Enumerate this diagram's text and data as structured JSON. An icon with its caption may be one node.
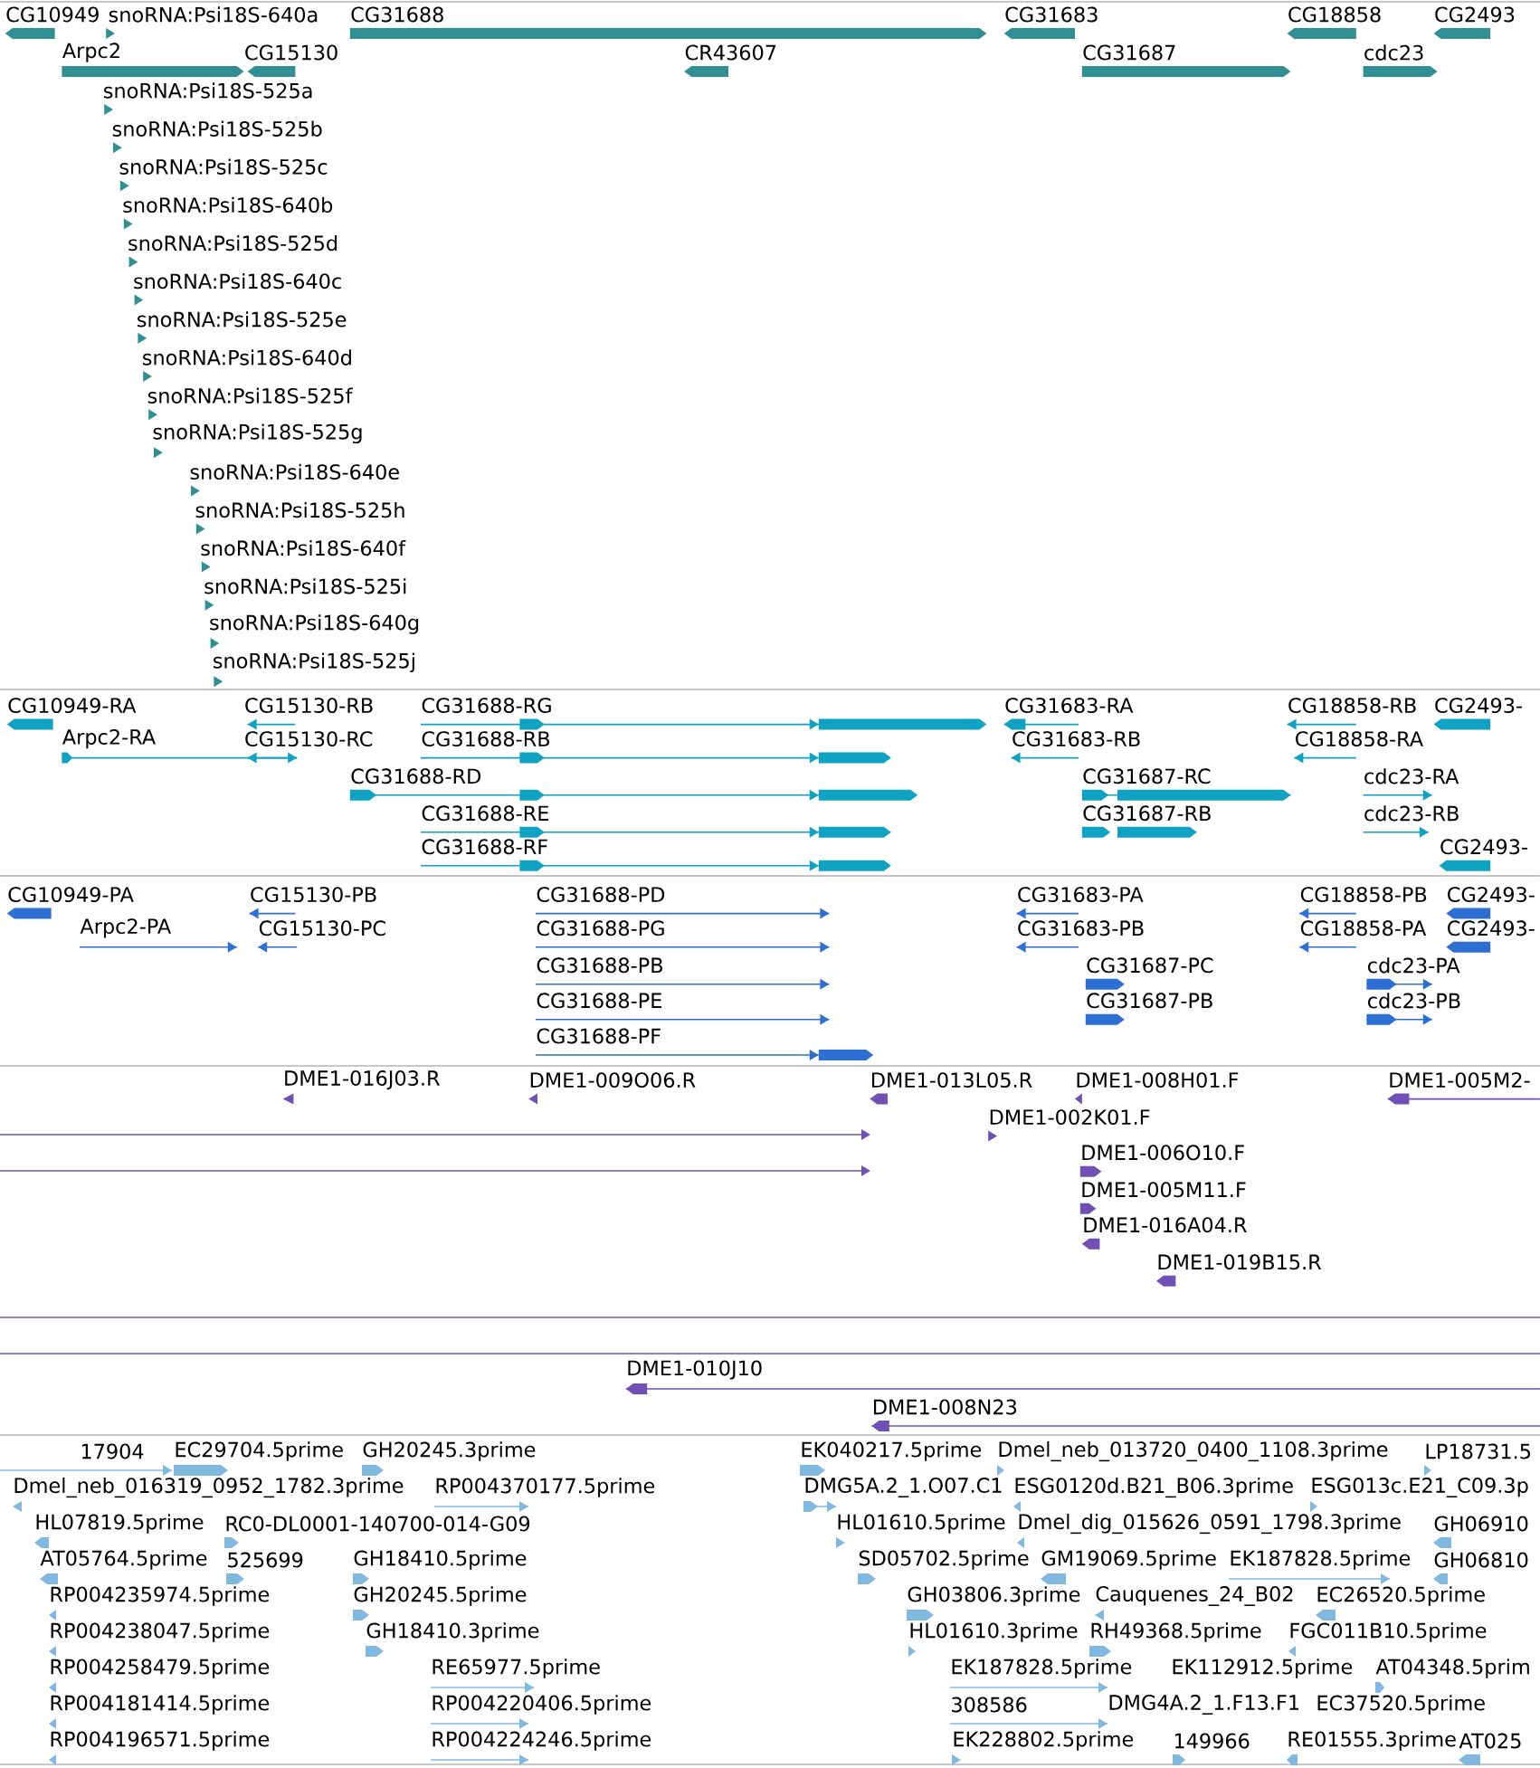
{
  "diagram": {
    "labels": [
      "CG10949",
      "snoRNA:Psi18S-640a",
      "CG31688",
      "CG31683",
      "CG18858",
      "CG2493",
      "Arpc2",
      "CG15130",
      "CR43607",
      "CG31687",
      "cdc23",
      "snoRNA:Psi18S-525a",
      "snoRNA:Psi18S-525b",
      "snoRNA:Psi18S-525c",
      "snoRNA:Psi18S-640b",
      "snoRNA:Psi18S-525d",
      "snoRNA:Psi18S-640c",
      "snoRNA:Psi18S-525e",
      "snoRNA:Psi18S-640d",
      "snoRNA:Psi18S-525f",
      "snoRNA:Psi18S-525g",
      "snoRNA:Psi18S-640e",
      "snoRNA:Psi18S-525h",
      "snoRNA:Psi18S-640f",
      "snoRNA:Psi18S-525i",
      "snoRNA:Psi18S-640g",
      "snoRNA:Psi18S-525j",
      "CG10949-RA",
      "CG15130-RB",
      "CG31688-RG",
      "CG31683-RA",
      "CG18858-RB",
      "CG2493-",
      "Arpc2-RA",
      "CG15130-RC",
      "CG31688-RB",
      "CG31683-RB",
      "CG18858-RA",
      "CG31688-RD",
      "CG31687-RC",
      "cdc23-RA",
      "CG31688-RE",
      "CG31687-RB",
      "cdc23-RB",
      "CG31688-RF",
      "CG2493-",
      "CG10949-PA",
      "CG15130-PB",
      "CG31688-PD",
      "CG31683-PA",
      "CG18858-PB",
      "CG2493-",
      "Arpc2-PA",
      "CG15130-PC",
      "CG31688-PG",
      "CG31683-PB",
      "CG18858-PA",
      "CG2493-",
      "CG31688-PB",
      "CG31687-PC",
      "cdc23-PA",
      "CG31688-PE",
      "CG31687-PB",
      "cdc23-PB",
      "CG31688-PF",
      "DME1-016J03.R",
      "DME1-009O06.R",
      "DME1-013L05.R",
      "DME1-008H01.F",
      "DME1-005M2-",
      "DME1-002K01.F",
      "DME1-006O10.F",
      "DME1-005M11.F",
      "DME1-016A04.R",
      "DME1-019B15.R",
      "DME1-010J10",
      "DME1-008N23",
      "17904",
      "EC29704.5prime",
      "GH20245.3prime",
      "EK040217.5prime",
      "Dmel_neb_013720_0400_1108.3prime",
      "LP18731.5",
      "Dmel_neb_016319_0952_1782.3prime",
      "RP004370177.5prime",
      "DMG5A.2_1.O07.C1",
      "ESG0120d.B21_B06.3prime",
      "ESG013c.E21_C09.3p",
      "HL07819.5prime",
      "RC0-DL0001-140700-014-G09",
      "HL01610.5prime",
      "Dmel_dig_015626_0591_1798.3prime",
      "GH06910",
      "AT05764.5prime",
      "525699",
      "GH18410.5prime",
      "SD05702.5prime",
      "GM19069.5prime",
      "EK187828.5prime",
      "GH06810",
      "RP004235974.5prime",
      "GH20245.5prime",
      "GH03806.3prime",
      "Cauquenes_24_B02",
      "EC26520.5prime",
      "RP004238047.5prime",
      "GH18410.3prime",
      "HL01610.3prime",
      "RH49368.5prime",
      "FGC011B10.5prime",
      "RP004258479.5prime",
      "RE65977.5prime",
      "EK187828.5prime",
      "EK112912.5prime",
      "AT04348.5prim",
      "RP004181414.5prime",
      "RP004220406.5prime",
      "308586",
      "DMG4A.2_1.F13.F1",
      "EC37520.5prime",
      "RP004196571.5prime",
      "RP004224246.5prime",
      "EK228802.5prime",
      "149966",
      "RE01555.3prime",
      "AT025"
    ]
  }
}
